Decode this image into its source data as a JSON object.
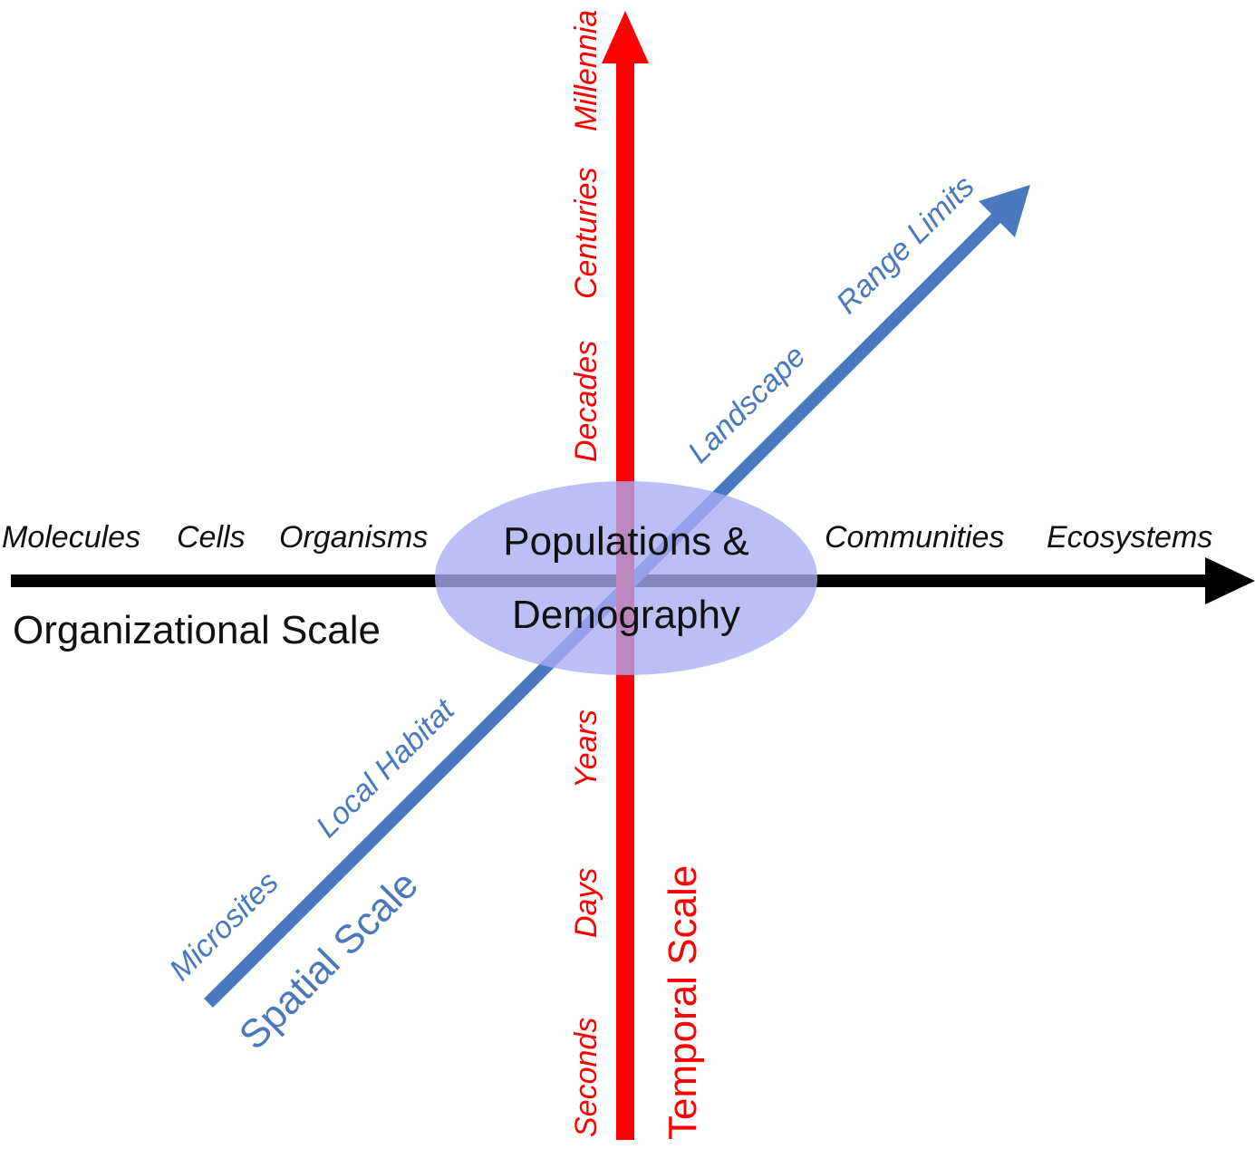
{
  "diagram": {
    "colors": {
      "organizational": "#000000",
      "temporal": "#ff0000",
      "spatial": "#4a78be",
      "center_fill": "#a9adf3"
    },
    "organizational_axis": {
      "title": "Organizational Scale",
      "levels": [
        "Molecules",
        "Cells",
        "Organisms",
        "Communities",
        "Ecosystems"
      ]
    },
    "temporal_axis": {
      "title": "Temporal Scale",
      "levels": [
        "Seconds",
        "Days",
        "Years",
        "Decades",
        "Centuries",
        "Millennia"
      ]
    },
    "spatial_axis": {
      "title": "Spatial Scale",
      "levels": [
        "Microsites",
        "Local Habitat",
        "Landscape",
        "Range Limits"
      ]
    },
    "center": {
      "line1": "Populations &",
      "line2": "Demography"
    }
  }
}
